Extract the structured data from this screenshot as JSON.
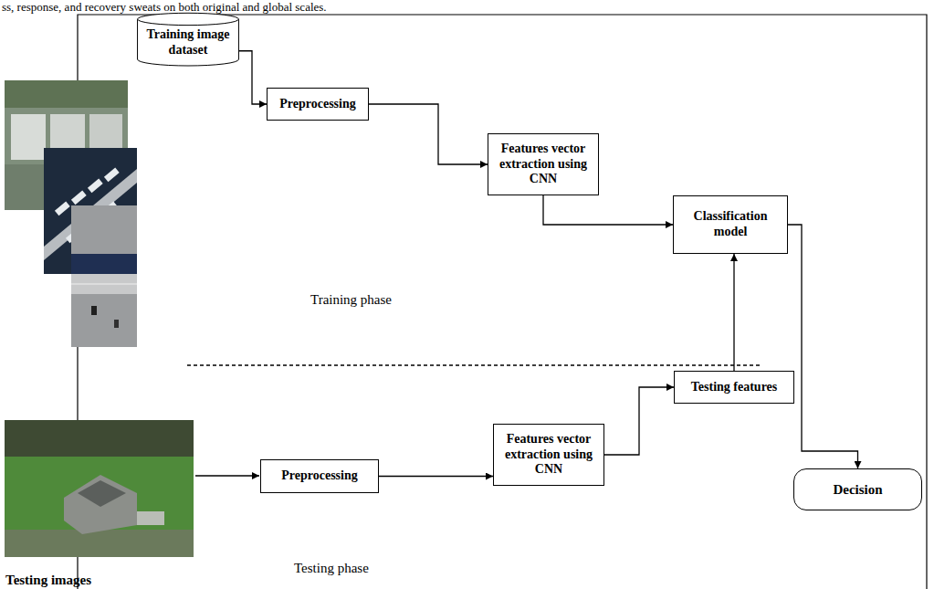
{
  "diagram": {
    "nodes": [
      {
        "text": [
          "Training image dataset"
        ]
      },
      {
        "text": [
          "Preprocessing"
        ]
      },
      {
        "text": [
          "Features vector extraction using CNN"
        ]
      },
      {
        "text": [
          "Classification model"
        ]
      },
      {
        "text": [
          "Testing features"
        ]
      },
      {
        "text": [
          "Preprocessing"
        ]
      },
      {
        "text": [
          "Features vector extraction using CNN"
        ]
      },
      {
        "text": [
          "Decision"
        ]
      }
    ],
    "edges": [
      {
        "from": 0,
        "to": 1,
        "arrow": "to"
      },
      {
        "from": 1,
        "to": 2,
        "arrow": "to"
      },
      {
        "from": 2,
        "to": 3,
        "arrow": "to"
      },
      {
        "from": 5,
        "to": 6,
        "arrow": "to"
      },
      {
        "from": 6,
        "to": 4,
        "arrow": "to"
      },
      {
        "from": 4,
        "to": 3,
        "arrow": "to"
      },
      {
        "from": 3,
        "to": 7,
        "arrow": "to"
      }
    ],
    "labels": [
      "ss, response, and recovery sweats on both original and global scales.",
      "Training phase",
      "Testing phase",
      "Testing images"
    ]
  }
}
